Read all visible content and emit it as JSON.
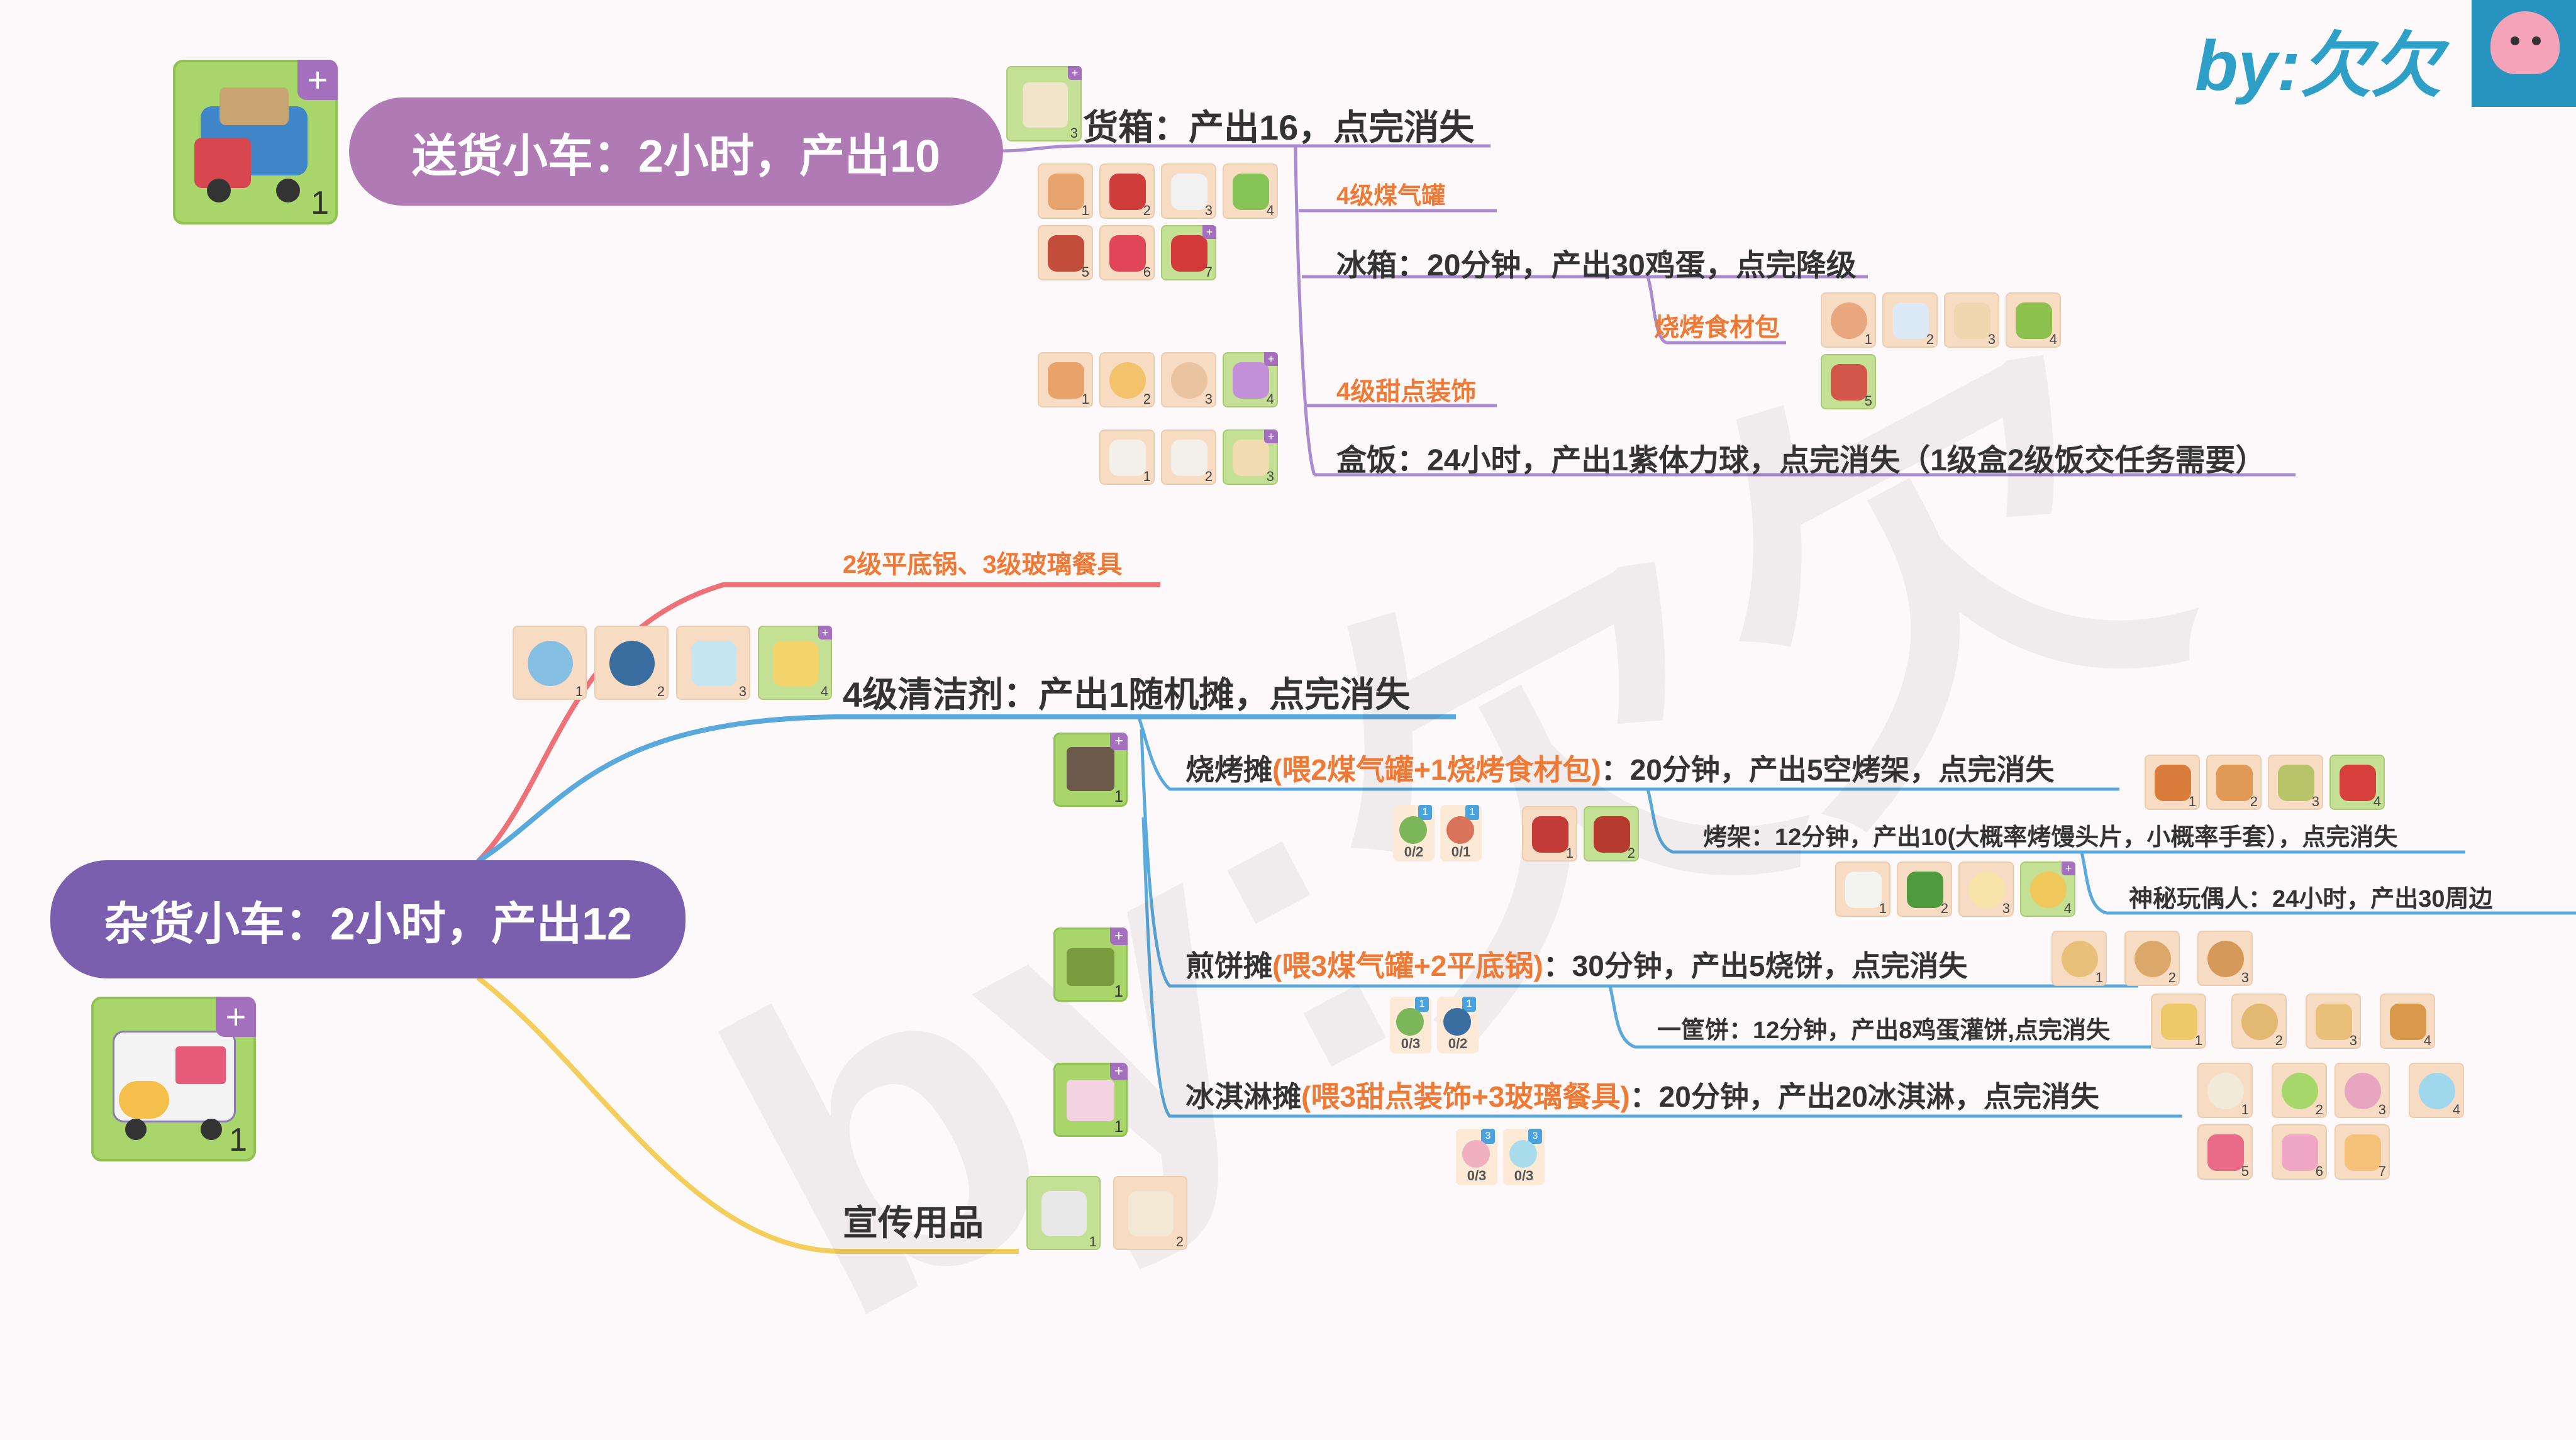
{
  "watermark": "by:欠欠",
  "author": {
    "logo_text": "by:欠欠",
    "avatar_icon": "pink-octopus-icon"
  },
  "colors": {
    "purple_pill": "#b07ab4",
    "indigo_pill": "#7a5fae",
    "purple_line": "#a98bcf",
    "blue_line": "#5aa9dc",
    "red_line": "#ee7178",
    "yellow_line": "#f4ce5a",
    "orange_text": "#ef7a35"
  },
  "delivery_cart": {
    "title": "送货小车：2小时，产出10",
    "icon": "delivery-truck-icon",
    "level": "1",
    "box": {
      "label": "货箱：产出16，点完消失",
      "level": "3"
    },
    "gas_label": "4级煤气罐",
    "gas_tiles": [
      "1",
      "2",
      "3",
      "4",
      "5",
      "6",
      "7"
    ],
    "fridge": "冰箱：20分钟，产出30鸡蛋，点完降级",
    "bbq_pack_label": "烧烤食材包",
    "bbq_pack_tiles": [
      "1",
      "2",
      "3",
      "4",
      "5"
    ],
    "dessert_label": "4级甜点装饰",
    "dessert_tiles": [
      "1",
      "2",
      "3",
      "4"
    ],
    "bento": "盒饭：24小时，产出1紫体力球，点完消失（1级盒2级饭交任务需要）",
    "bento_tiles": [
      "1",
      "2",
      "3"
    ]
  },
  "grocery_cart": {
    "title": "杂货小车：2小时，产出12",
    "icon": "food-truck-icon",
    "level": "1",
    "pan_glass_label": "2级平底锅、3级玻璃餐具",
    "cleaner_tiles": [
      "1",
      "2",
      "3",
      "4"
    ],
    "cleaner": "4级清洁剂：产出1随机摊，点完消失",
    "bbq_stall": {
      "name": "烧烤摊",
      "feed": "(喂2煤气罐+1烧烤食材包)",
      "rest": "：20分钟，产出5空烤架，点完消失",
      "output_tiles": [
        "1",
        "2",
        "3",
        "4"
      ],
      "reqs": [
        {
          "badge": "1",
          "count": "0/2"
        },
        {
          "badge": "1",
          "count": "0/1"
        }
      ],
      "grill_tiles": [
        "1",
        "2"
      ],
      "grill": "烤架：12分钟，产出10(大概率烤馒头片，小概率手套），点完消失",
      "doll_tiles": [
        "1",
        "2",
        "3",
        "4"
      ],
      "doll": "神秘玩偶人：24小时，产出30周边"
    },
    "pancake_stall": {
      "name": "煎饼摊",
      "feed": "(喂3煤气罐+2平底锅)",
      "rest": "：30分钟，产出5烧饼，点完消失",
      "output_tiles": [
        "1",
        "2",
        "3"
      ],
      "reqs": [
        {
          "badge": "1",
          "count": "0/3"
        },
        {
          "badge": "1",
          "count": "0/2"
        }
      ],
      "basket": "一筐饼：12分钟，产出8鸡蛋灌饼,点完消失",
      "basket_tiles": [
        "1",
        "2",
        "3",
        "4"
      ]
    },
    "icecream_stall": {
      "name": "冰淇淋摊",
      "feed": "(喂3甜点装饰+3玻璃餐具)",
      "rest": "：20分钟，产出20冰淇淋，点完消失",
      "output_tiles": [
        "1",
        "2",
        "3",
        "4",
        "5",
        "6",
        "7"
      ],
      "reqs": [
        {
          "badge": "3",
          "count": "0/3"
        },
        {
          "badge": "3",
          "count": "0/3"
        }
      ]
    },
    "promo": {
      "label": "宣传用品",
      "tiles": [
        "1",
        "2"
      ]
    }
  }
}
